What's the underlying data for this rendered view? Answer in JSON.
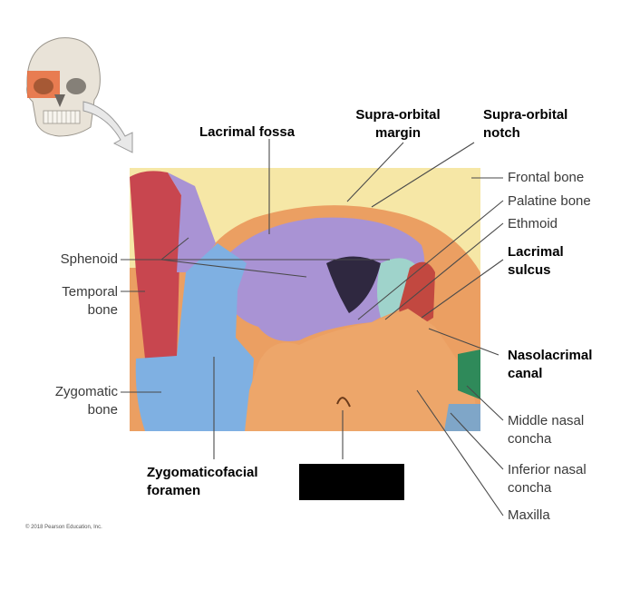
{
  "colors": {
    "frontal": "#f6e7a6",
    "temporal": "#c8464f",
    "sphenoid": "#a993d4",
    "zygomatic": "#7fb0e2",
    "maxilla": "#eda66a",
    "ethmoid": "#9fd3cb",
    "lacrimal": "#c24840",
    "concha": "#2f8a5a",
    "leader": "#4a4a4a"
  },
  "labels": {
    "lacrimal_fossa": "Lacrimal fossa",
    "supraorbital_margin": [
      "Supra-orbital",
      "margin"
    ],
    "supraorbital_notch": [
      "Supra-orbital",
      "notch"
    ],
    "frontal_bone": "Frontal bone",
    "palatine_bone": "Palatine bone",
    "ethmoid": "Ethmoid",
    "lacrimal_sulcus": [
      "Lacrimal",
      "sulcus"
    ],
    "sphenoid": "Sphenoid",
    "temporal_bone": [
      "Temporal",
      "bone"
    ],
    "zygomatic_bone": [
      "Zygomatic",
      "bone"
    ],
    "nasolacrimal_canal": [
      "Nasolacrimal",
      "canal"
    ],
    "middle_nasal_concha": [
      "Middle nasal",
      "concha"
    ],
    "inferior_nasal_concha": [
      "Inferior nasal",
      "concha"
    ],
    "zygomaticofacial_foramen": [
      "Zygomaticofacial",
      "foramen"
    ],
    "maxilla": "Maxilla"
  },
  "copyright": "© 2018 Pearson Education, Inc."
}
